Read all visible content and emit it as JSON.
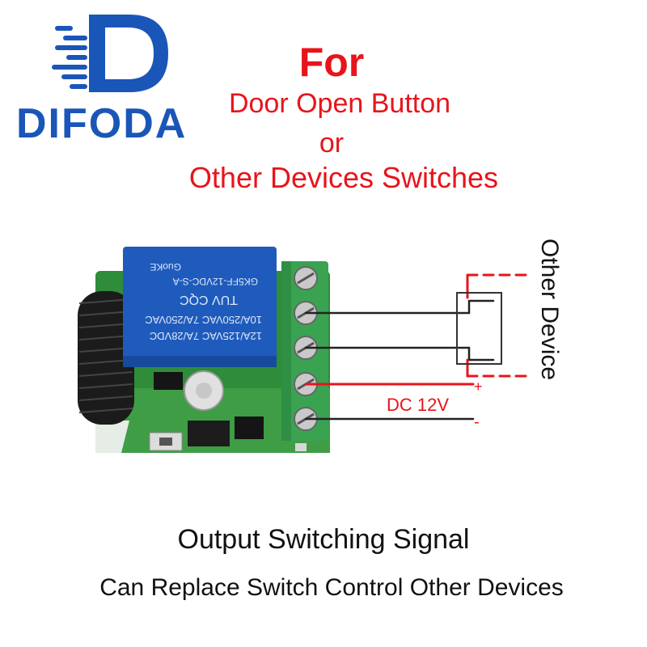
{
  "brand": {
    "name": "DIFODA",
    "color": "#1a56b8",
    "icon": "d-letter-logo-icon"
  },
  "header": {
    "title": "For",
    "line1": "Door Open Button",
    "line2": "or",
    "line3": "Other Devices Switches",
    "color": "#e8141b"
  },
  "board": {
    "relay_text_lines": [
      "12A/125VAC  7A/28VDC",
      "10A/250VAC  7A/250VAC",
      "TUV  CQC",
      "GK5FF-12VDC-S-A",
      "GuoKE"
    ],
    "relay_color": "#1f5bbd",
    "terminal_color": "#3aa352"
  },
  "wiring": {
    "device_label": "Other Device",
    "power_label": "DC 12V",
    "plus_symbol": "+",
    "minus_symbol": "-",
    "positive_wire_color": "#e8141b",
    "negative_wire_color": "#222222"
  },
  "footer": {
    "heading": "Output Switching Signal",
    "subheading": "Can Replace Switch Control Other Devices"
  }
}
